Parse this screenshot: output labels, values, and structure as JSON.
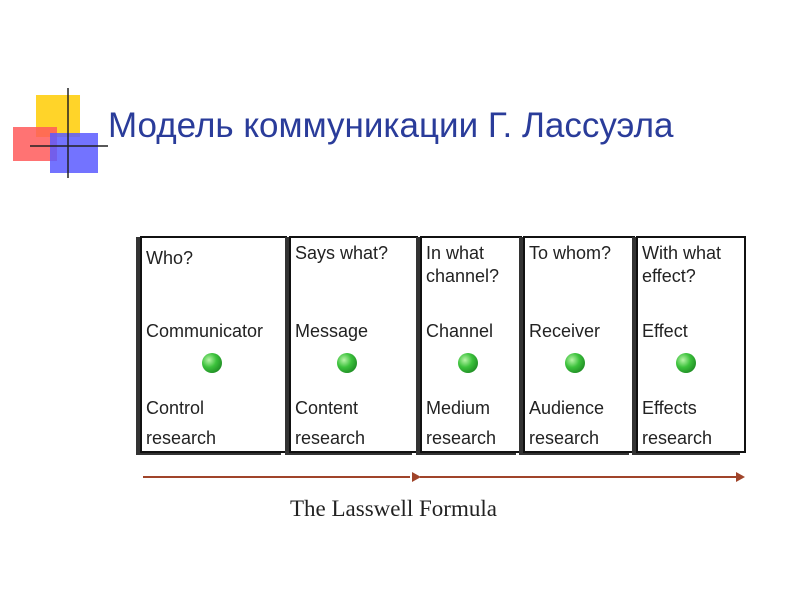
{
  "title": "Модель коммуникации Г. Лассуэла",
  "caption": "The Lasswell Formula",
  "colors": {
    "title": "#2a3c9a",
    "logo_yellow": "#ffd21e",
    "logo_red": "#ff5a5a",
    "logo_blue": "#5b5bff",
    "arrow": "#a0442a",
    "dot": "#2fa82f"
  },
  "stages": [
    {
      "question": "Who?",
      "role": "Communicator",
      "research": "Control research"
    },
    {
      "question": "Says what?",
      "role": "Message",
      "research": "Content research"
    },
    {
      "question": "In what channel?",
      "role": "Channel",
      "research": "Medium research"
    },
    {
      "question": "To whom?",
      "role": "Receiver",
      "research": "Audience research"
    },
    {
      "question": "With what effect?",
      "role": "Effect",
      "research": "Effects research"
    }
  ]
}
